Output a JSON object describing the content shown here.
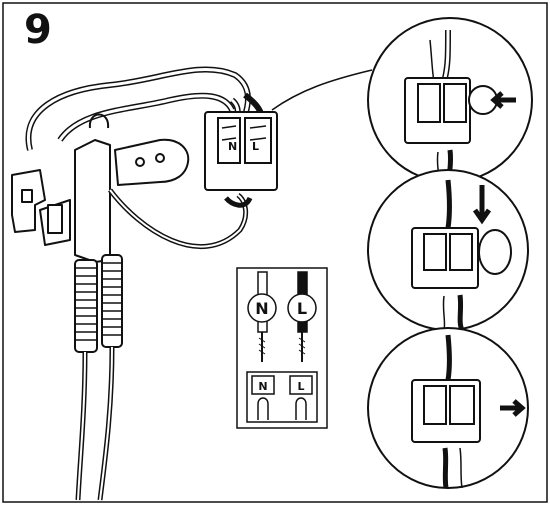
{
  "step": {
    "number": "9"
  },
  "wiring_legend": {
    "neutral_symbol": "N",
    "live_symbol": "L",
    "neutral_terminal": "N",
    "live_terminal": "L"
  },
  "connector_marks": {
    "n": "N",
    "l": "L"
  },
  "colors": {
    "line": "#111111",
    "neutral_wire": "#ffffff",
    "live_wire": "#111111",
    "connector_fill": "#ffffff",
    "arrow": "#111111"
  },
  "icons": [
    "push-arrow-left-icon",
    "push-arrow-down-icon",
    "pull-arrow-right-icon"
  ]
}
